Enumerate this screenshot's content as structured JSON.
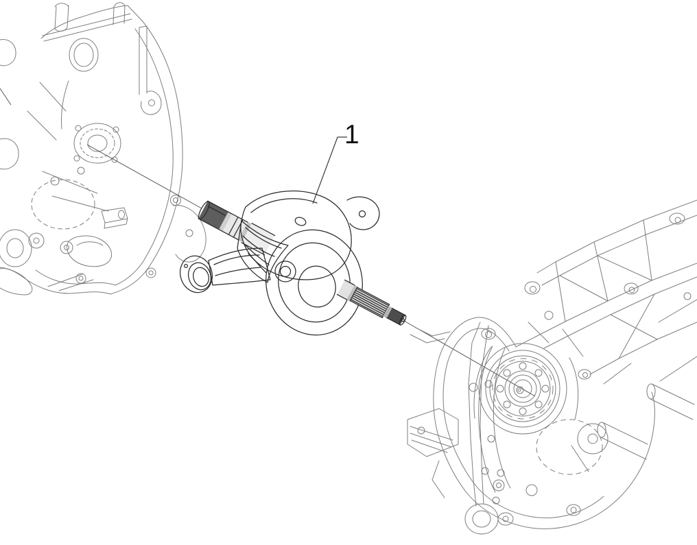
{
  "diagram": {
    "type": "exploded-parts-diagram",
    "background": "#ffffff",
    "callouts": [
      {
        "label": "1",
        "points_to": "crankshaft-assembly"
      }
    ],
    "parts": [
      {
        "id": "crankcase-left-half"
      },
      {
        "id": "crankshaft-assembly"
      },
      {
        "id": "crankcase-right-half"
      }
    ],
    "colors": {
      "bg": "#ffffff",
      "case_line": "#7d7d7d",
      "ink": "#2b2b2b",
      "axis_line": "#555555",
      "label_ink": "#111111",
      "shade_dark": "#575757",
      "shade_mid": "#c9c9c9",
      "shade_light": "#ececec"
    }
  }
}
